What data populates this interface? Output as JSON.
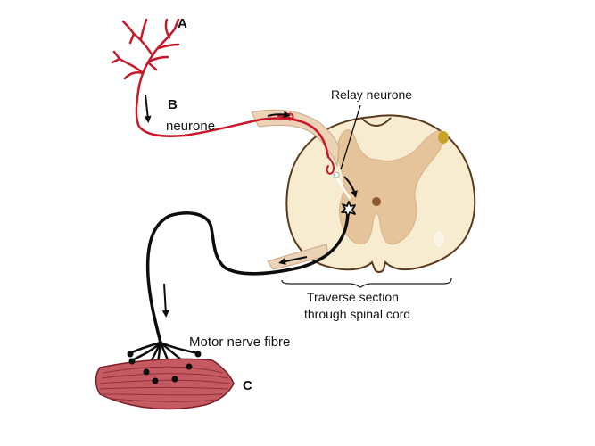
{
  "labels": {
    "a": "A",
    "b": "B",
    "c": "C",
    "neurone": "neurone",
    "relay_neurone": "Relay neurone",
    "traverse_line1": "Traverse section",
    "traverse_line2": "through spinal cord",
    "motor_nerve_fibre": "Motor nerve fibre"
  },
  "colors": {
    "sensory_neurone": "#c8182a",
    "motor_neurone": "#0d0d0d",
    "spinal_white_matter": "#f7ecd0",
    "spinal_grey_matter": "#e6c49b",
    "spinal_outline": "#5a3b1e",
    "central_canal": "#8a5a2e",
    "nerve_root": "#ecd3b6",
    "muscle": "#c65a63",
    "muscle_striation": "#7a1f2a"
  }
}
